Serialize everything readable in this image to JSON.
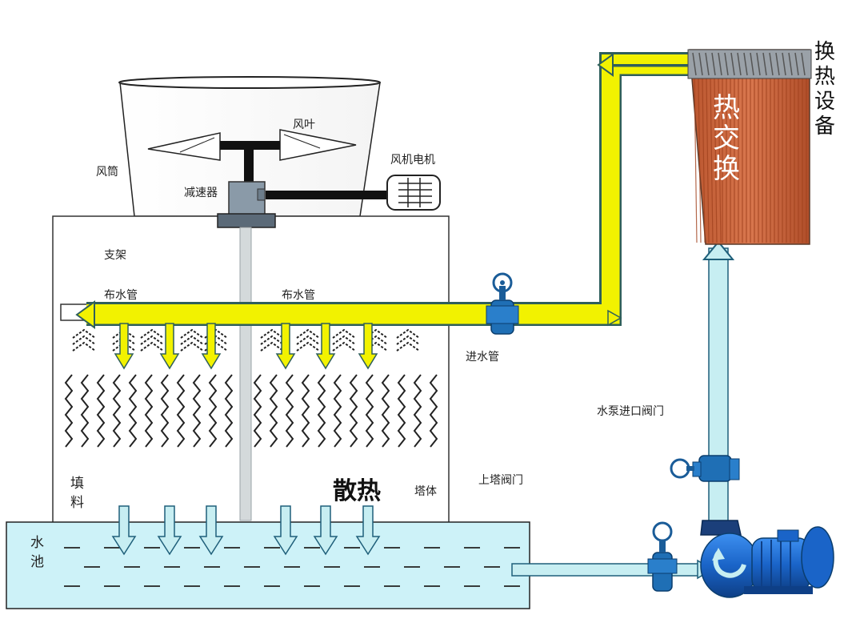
{
  "labels": {
    "fan_blade": "风叶",
    "fan_duct": "风筒",
    "fan_motor": "风机电机",
    "reducer": "减速器",
    "support": "支架",
    "distribution_pipe_left": "布水管",
    "distribution_pipe_right": "布水管",
    "inlet_pipe": "进水管",
    "pump_inlet_valve": "水泵进口阀门",
    "tower_valve": "上塔阀门",
    "tower_body": "塔体",
    "fill": "填料",
    "heat_dissipation": "散热",
    "water_pool": "水池",
    "heat_exchange_equipment": "换热设备",
    "heat_exchange": "热交换"
  },
  "colors": {
    "hot_pipe": "#f2f200",
    "hot_pipe_edge": "#2f5f5c",
    "cold_pipe": "#c7eef2",
    "cold_pipe_edge": "#1f5f7a",
    "pool": "#cdf2f8",
    "exchanger": "#c8643f",
    "valve": "#1f6fb5",
    "pump": "#1d6fd6"
  },
  "icons": [
    "fan-blade-icon",
    "motor-icon",
    "reducer-icon",
    "valve-icon",
    "pump-icon",
    "spray-nozzle-icon",
    "flow-arrow-icon"
  ]
}
